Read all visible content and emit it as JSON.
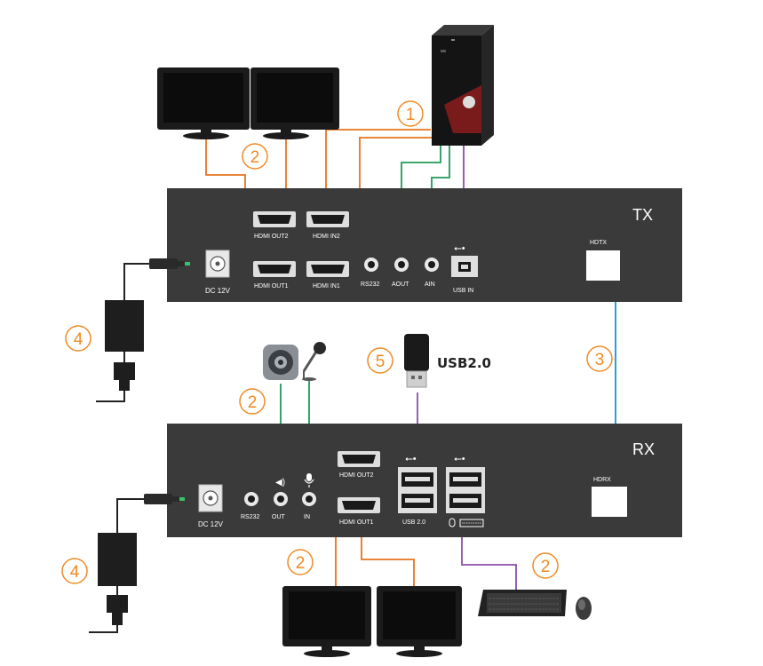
{
  "tx": {
    "title": "TX",
    "ports": {
      "hdmi_out2": "HDMI OUT2",
      "hdmi_in2": "HDMI IN2",
      "dc": "DC 12V",
      "hdmi_out1": "HDMI OUT1",
      "hdmi_in1": "HDMI IN1",
      "rs232": "RS232",
      "aout": "AOUT",
      "ain": "AIN",
      "usb_in": "USB IN"
    },
    "hdtx": "HDTX"
  },
  "rx": {
    "title": "RX",
    "ports": {
      "dc": "DC 12V",
      "rs232": "RS232",
      "out": "OUT",
      "in": "IN",
      "hdmi_out2": "HDMI OUT2",
      "hdmi_out1": "HDMI OUT1",
      "usb20": "USB 2.0"
    },
    "hdrx": "HDRX"
  },
  "usb_stick_label": "USB2.0",
  "callouts": [
    "1",
    "2",
    "3",
    "4",
    "5",
    "2",
    "4",
    "2",
    "2"
  ],
  "colors": {
    "chassis": "#3a3a3a",
    "orange": "#e8731e",
    "green": "#1f9a5a",
    "purple": "#8a4fa8",
    "blue": "#2aa1d6",
    "callout": "#f08a24"
  }
}
